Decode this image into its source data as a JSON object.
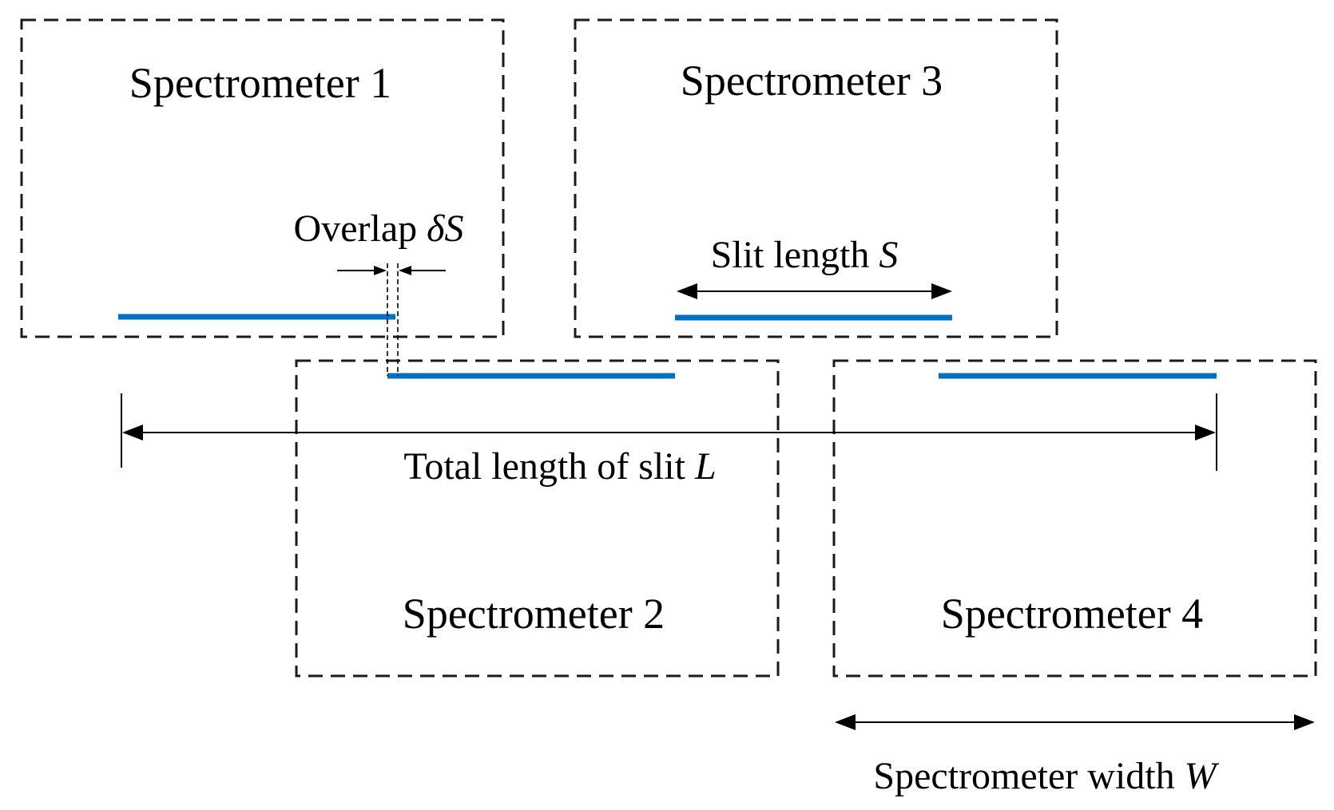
{
  "colors": {
    "slit": "#0070c0",
    "line": "#000000"
  },
  "spectrometers": [
    {
      "id": 1,
      "label": "Spectrometer 1"
    },
    {
      "id": 2,
      "label": "Spectrometer 2"
    },
    {
      "id": 3,
      "label": "Spectrometer 3"
    },
    {
      "id": 4,
      "label": "Spectrometer 4"
    }
  ],
  "annotations": {
    "overlap": {
      "text": "Overlap ",
      "symbol": "δS"
    },
    "slit_length": {
      "text": "Slit length ",
      "symbol": "S"
    },
    "total_length": {
      "text": "Total length of slit ",
      "symbol": "L"
    },
    "spectrometer_width": {
      "text": "Spectrometer width ",
      "symbol": "W"
    }
  }
}
